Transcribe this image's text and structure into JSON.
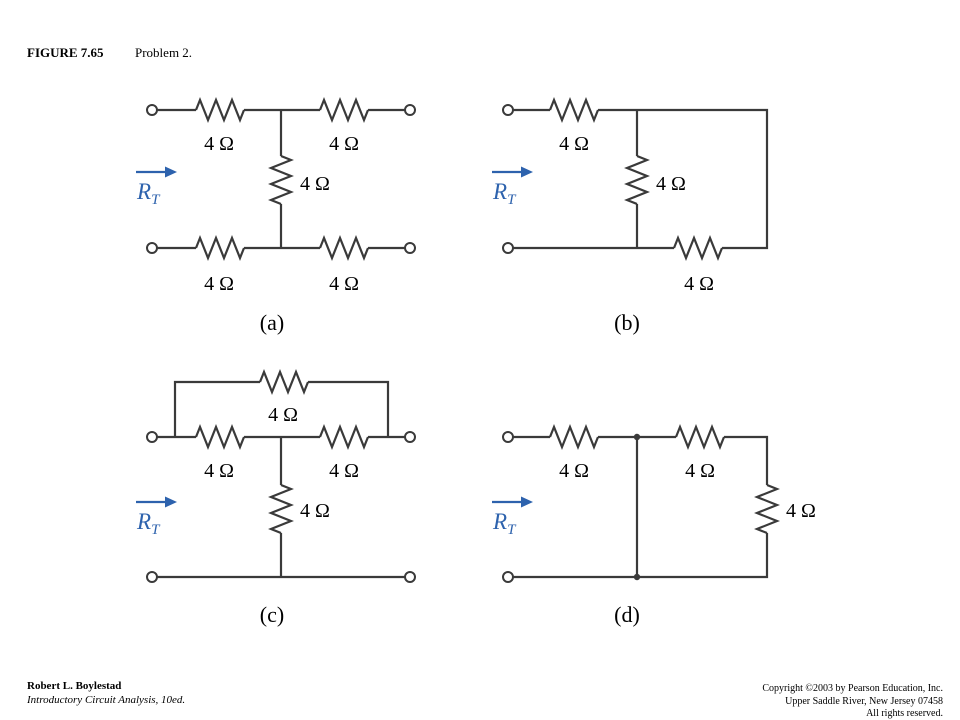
{
  "header": {
    "figure_label": "FIGURE 7.65",
    "problem_label": "Problem 2."
  },
  "colors": {
    "wire": "#3a3a3a",
    "accent": "#2d62ad",
    "text": "#000000",
    "background": "#ffffff"
  },
  "circuits": [
    {
      "caption": "(a)",
      "rt": {
        "main": "R",
        "sub": "T"
      },
      "resistors": {
        "top_left": "4 Ω",
        "top_right": "4 Ω",
        "shunt": "4 Ω",
        "bottom_left": "4 Ω",
        "bottom_right": "4 Ω"
      }
    },
    {
      "caption": "(b)",
      "rt": {
        "main": "R",
        "sub": "T"
      },
      "resistors": {
        "series": "4 Ω",
        "shunt": "4 Ω",
        "bottom": "4 Ω"
      }
    },
    {
      "caption": "(c)",
      "rt": {
        "main": "R",
        "sub": "T"
      },
      "resistors": {
        "bridge": "4 Ω",
        "top_left": "4 Ω",
        "top_right": "4 Ω",
        "shunt": "4 Ω"
      }
    },
    {
      "caption": "(d)",
      "rt": {
        "main": "R",
        "sub": "T"
      },
      "resistors": {
        "left": "4 Ω",
        "middle": "4 Ω",
        "shunt": "4 Ω"
      }
    }
  ],
  "footer": {
    "author": "Robert L. Boylestad",
    "book": "Introductory Circuit Analysis, 10ed.",
    "copyright": "Copyright ©2003 by Pearson Education, Inc.",
    "address": "Upper Saddle River, New Jersey 07458",
    "rights": "All rights reserved."
  }
}
